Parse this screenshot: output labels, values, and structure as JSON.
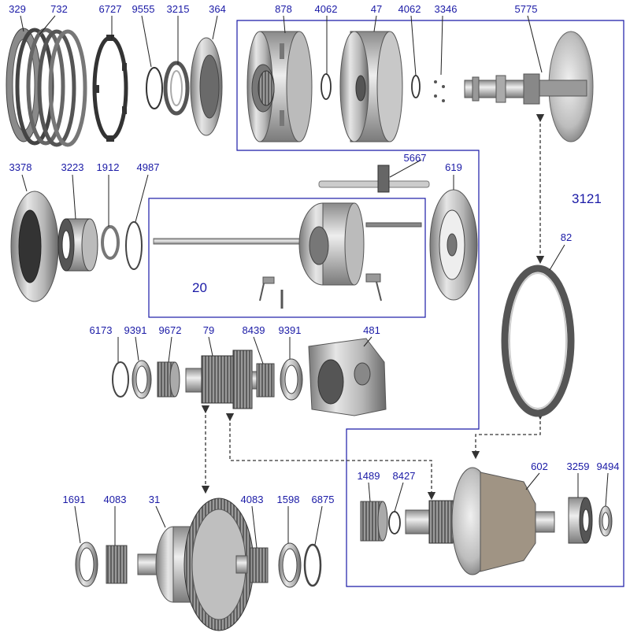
{
  "colors": {
    "callout": "#1a1aa6",
    "box_border": "#1a1aa6",
    "leader": "#222222",
    "arrow": "#333333",
    "part_light": "#d9d9d9",
    "part_mid": "#a8a8a8",
    "part_dark": "#5a5a5a"
  },
  "callouts": {
    "c329": "329",
    "c732": "732",
    "c6727": "6727",
    "c9555": "9555",
    "c3215": "3215",
    "c364": "364",
    "c878": "878",
    "c4062a": "4062",
    "c47": "47",
    "c4062b": "4062",
    "c3346": "3346",
    "c5775": "5775",
    "c3378": "3378",
    "c3223": "3223",
    "c1912": "1912",
    "c4987": "4987",
    "c5667": "5667",
    "c619": "619",
    "c3121": "3121",
    "c20": "20",
    "c82": "82",
    "c6173": "6173",
    "c9391a": "9391",
    "c9672": "9672",
    "c79": "79",
    "c8439": "8439",
    "c9391b": "9391",
    "c481": "481",
    "c1489": "1489",
    "c8427": "8427",
    "c602": "602",
    "c3259": "3259",
    "c9494": "9494",
    "c1691": "1691",
    "c4083a": "4083",
    "c31": "31",
    "c4083b": "4083",
    "c1598": "1598",
    "c6875": "6875"
  }
}
